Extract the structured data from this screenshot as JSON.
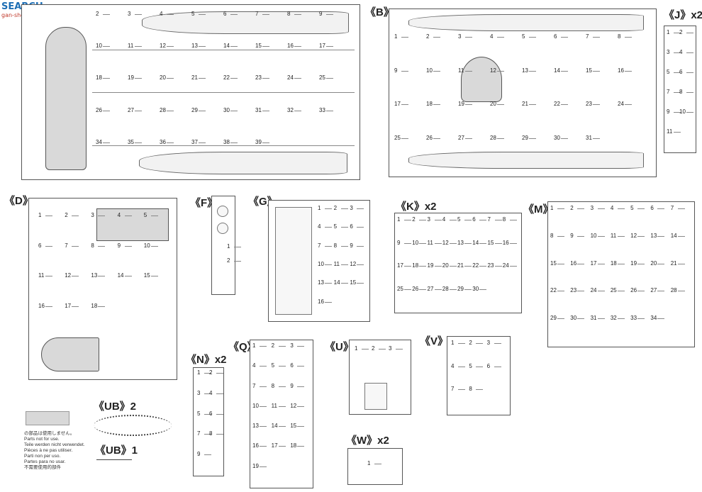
{
  "watermark": {
    "brand": "SEARCH",
    "site": "gan-shou.com"
  },
  "sections": {
    "B": "《B》",
    "J": "《J》x2",
    "D": "《D》",
    "F": "《F》",
    "G": "《G》",
    "K": "《K》x2",
    "M": "《M》",
    "N": "《N》x2",
    "Q": "《Q》",
    "U": "《U》",
    "V": "《V》",
    "W": "《W》x2",
    "UB2": "《UB》2",
    "UB1": "《UB》1"
  },
  "notes": [
    "の部品は使用しません。",
    "Parts not for use.",
    "Teile werden nicht verwendet.",
    "Pièces à ne pas utiliser.",
    "Parti non per uso.",
    "Partes para no usar.",
    "不需要使用的部件"
  ],
  "parts": {
    "A": [
      "2",
      "3",
      "4",
      "5",
      "6",
      "7",
      "8",
      "9",
      "10",
      "11",
      "12",
      "13",
      "14",
      "15",
      "16",
      "17",
      "18",
      "19",
      "20",
      "21",
      "22",
      "23",
      "24",
      "25",
      "26",
      "27",
      "28",
      "29",
      "30",
      "31",
      "32",
      "33",
      "34",
      "35",
      "36",
      "37",
      "38",
      "39"
    ],
    "B": [
      "1",
      "2",
      "3",
      "4",
      "5",
      "6",
      "7",
      "8",
      "9",
      "10",
      "11",
      "12",
      "13",
      "14",
      "15",
      "16",
      "17",
      "18",
      "19",
      "20",
      "21",
      "22",
      "23",
      "24",
      "25",
      "26",
      "27",
      "28",
      "29",
      "30",
      "31"
    ],
    "J": [
      "1",
      "2",
      "3",
      "4",
      "5",
      "6",
      "7",
      "8",
      "9",
      "10",
      "11"
    ],
    "D": [
      "1",
      "2",
      "3",
      "4",
      "5",
      "6",
      "7",
      "8",
      "9",
      "10",
      "11",
      "12",
      "13",
      "14",
      "15",
      "16",
      "17",
      "18"
    ],
    "F": [
      "1",
      "2"
    ],
    "G": [
      "1",
      "2",
      "3",
      "4",
      "5",
      "6",
      "7",
      "8",
      "9",
      "10",
      "11",
      "12",
      "13",
      "14",
      "15",
      "16"
    ],
    "K": [
      "1",
      "2",
      "3",
      "4",
      "5",
      "6",
      "7",
      "8",
      "9",
      "10",
      "11",
      "12",
      "13",
      "14",
      "15",
      "16",
      "17",
      "18",
      "19",
      "20",
      "21",
      "22",
      "23",
      "24",
      "25",
      "26",
      "27",
      "28",
      "29",
      "30"
    ],
    "M": [
      "1",
      "2",
      "3",
      "4",
      "5",
      "6",
      "7",
      "8",
      "9",
      "10",
      "11",
      "12",
      "13",
      "14",
      "15",
      "16",
      "17",
      "18",
      "19",
      "20",
      "21",
      "22",
      "23",
      "24",
      "25",
      "26",
      "27",
      "28",
      "29",
      "30",
      "31",
      "32",
      "33",
      "34"
    ],
    "N": [
      "1",
      "2",
      "3",
      "4",
      "5",
      "6",
      "7",
      "8",
      "9"
    ],
    "Q": [
      "1",
      "2",
      "3",
      "4",
      "5",
      "6",
      "7",
      "8",
      "9",
      "10",
      "11",
      "12",
      "13",
      "14",
      "15",
      "16",
      "17",
      "18",
      "19"
    ],
    "U": [
      "1",
      "2",
      "3"
    ],
    "V": [
      "1",
      "2",
      "3",
      "4",
      "5",
      "6",
      "7",
      "8"
    ],
    "W": [
      "1"
    ]
  }
}
